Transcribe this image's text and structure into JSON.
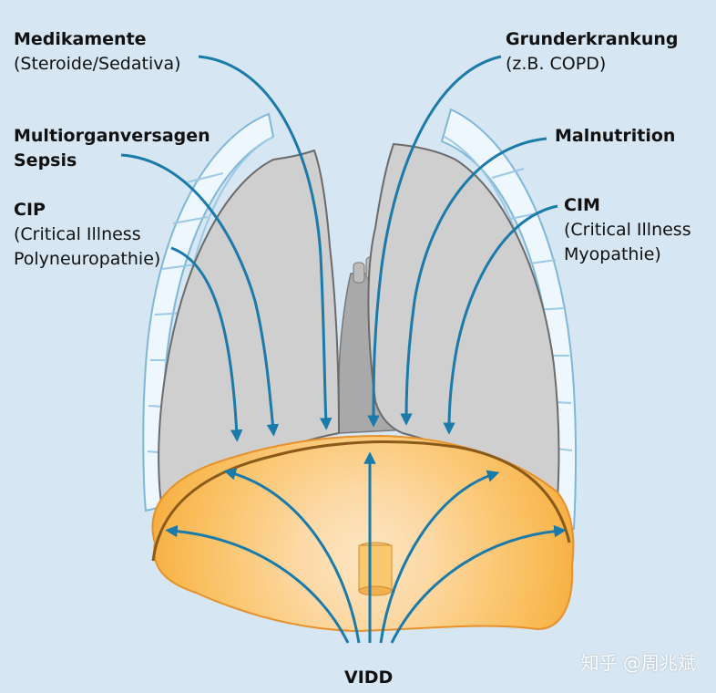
{
  "labels": {
    "medikamente": {
      "title": "Medikamente",
      "sub": "(Steroide/Sedativa)"
    },
    "multiorgan": {
      "title": "Multiorganversagen",
      "title2": "Sepsis"
    },
    "cip": {
      "title": "CIP",
      "sub1": "(Critical Illness",
      "sub2": "Polyneuropathie)"
    },
    "grunderkrankung": {
      "title": "Grunderkrankung",
      "sub": "(z.B. COPD)"
    },
    "malnutrition": {
      "title": "Malnutrition"
    },
    "cim": {
      "title": "CIM",
      "sub1": "(Critical Illness",
      "sub2": "Myopathie)"
    },
    "vidd": "VIDD"
  },
  "watermark": "知乎 @周兆斌",
  "colors": {
    "background": "#d6e6f2",
    "arrow": "#1a7aaa",
    "lung": "#cfcfcf",
    "lung_outline": "#6b6b6b",
    "diaphragm_outer": "#f39c2a",
    "diaphragm_inner": "#fbd79a",
    "rib": "#eef7fd",
    "rib_outline": "#7fb7d8"
  },
  "icons": [
    "rib-cage",
    "lung",
    "heart",
    "diaphragm",
    "arrow"
  ]
}
